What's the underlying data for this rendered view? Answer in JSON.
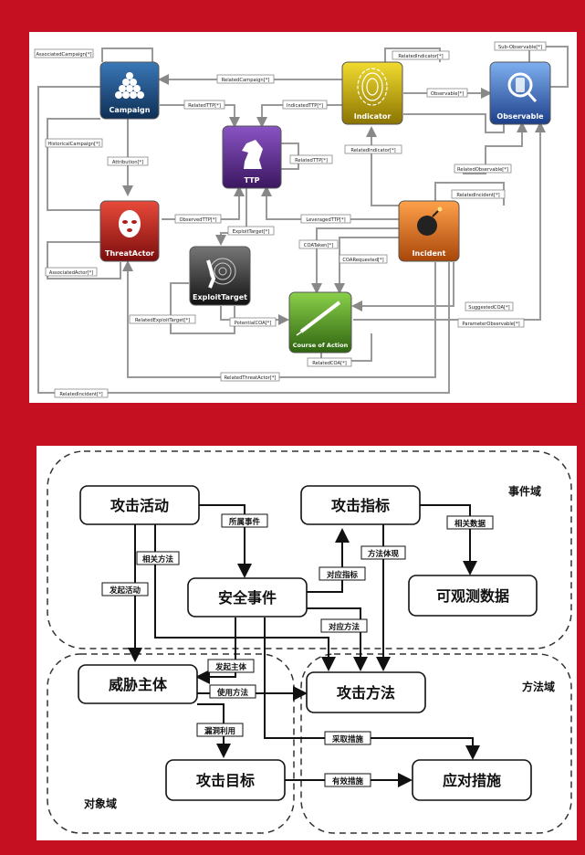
{
  "top_diagram": {
    "nodes": {
      "campaign": "Campaign",
      "indicator": "Indicator",
      "observable": "Observable",
      "ttp": "TTP",
      "threat_actor": "ThreatActor",
      "incident": "Incident",
      "exploit_target": "ExploitTarget",
      "course_of_action": "Course of Action"
    },
    "edges": {
      "associated_campaign": "AssociatedCampaign[*]",
      "related_campaign": "RelatedCampaign[*]",
      "related_indicator_top": "RelatedIndicator[*]",
      "sub_observable": "Sub-Observable[*]",
      "observable": "Observable[*]",
      "related_ttp_left": "RelatedTTP[*]",
      "indicated_ttp": "IndicatedTTP[*]",
      "historical_campaign": "HistoricalCampaign[*]",
      "related_indicator_mid": "RelatedIndicator[*]",
      "related_ttp_right": "RelatedTTP[*]",
      "attribution": "Attribution[*]",
      "related_observable": "RelatedObservable[*]",
      "related_incident_right": "RelatedIncident[*]",
      "exploit_target": "ExploitTarget[*]",
      "observed_ttp": "ObservedTTP[*]",
      "leveraged_ttp": "LeveragedTTP[*]",
      "coa_taken": "COATaken[*]",
      "coa_requested": "COARequested[*]",
      "associated_actor": "AssociatedActor[*]",
      "suggested_coa": "SuggestedCOA[*]",
      "related_exploit_target": "RelatedExploitTarget[*]",
      "potential_coa": "PotentialCOA[*]",
      "parameter_observable": "ParameterObservable[*]",
      "related_coa": "RelatedCOA[*]",
      "related_threat_actor": "RelatedThreatActor[*]",
      "related_incident_bottom": "RelatedIncident[*]"
    },
    "colors": {
      "campaign": "#1f4e79",
      "indicator": "#d4b400",
      "observable": "#2e5da8",
      "ttp": "#5a2d82",
      "threat_actor": "#b01c1c",
      "incident": "#e06a10",
      "exploit_target": "#333333",
      "course_of_action": "#4f8f1f"
    }
  },
  "bottom_diagram": {
    "domains": {
      "event": "事件域",
      "method": "方法域",
      "object": "对象域"
    },
    "nodes": {
      "attack_campaign": "攻击活动",
      "attack_indicator": "攻击指标",
      "observable_data": "可观测数据",
      "security_event": "安全事件",
      "threat_actor": "威胁主体",
      "attack_method": "攻击方法",
      "attack_target": "攻击目标",
      "countermeasure": "应对措施"
    },
    "edges": {
      "belongs_event": "所属事件",
      "related_data": "相关数据",
      "related_method": "相关方法",
      "method_manifest": "方法体现",
      "launch_campaign": "发起活动",
      "corresponding_indicator": "对应指标",
      "corresponding_method": "对应方法",
      "launch_actor": "发起主体",
      "use_method": "使用方法",
      "exploit": "漏洞利用",
      "take_measure": "采取措施",
      "effective_measure": "有效措施"
    }
  }
}
